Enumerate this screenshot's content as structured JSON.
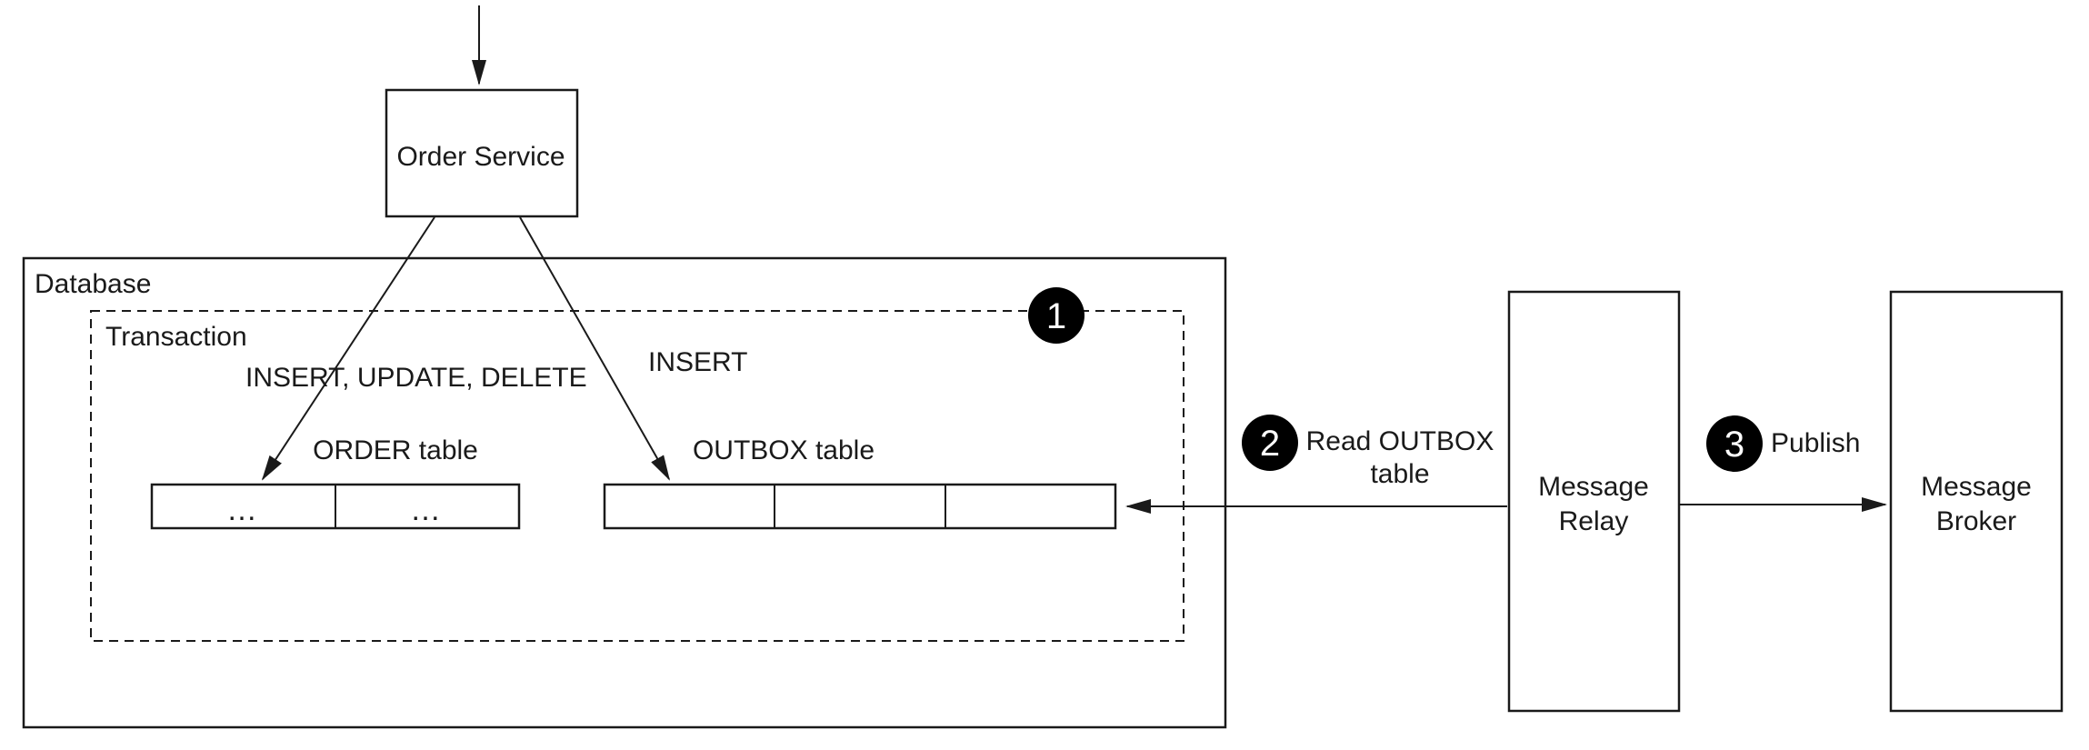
{
  "title": "Transactional outbox pattern diagram",
  "colors": {
    "background": "#ffffff",
    "line": "#1a1a1a",
    "badge_bg": "#000000",
    "badge_text": "#ffffff"
  },
  "nodes": {
    "order_service": {
      "label": "Order Service"
    },
    "database": {
      "label": "Database"
    },
    "transaction": {
      "label": "Transaction"
    },
    "message_relay": {
      "line1": "Message",
      "line2": "Relay"
    },
    "message_broker": {
      "line1": "Message",
      "line2": "Broker"
    }
  },
  "tables": {
    "order": {
      "label": "ORDER table",
      "cells": [
        "…",
        "…"
      ]
    },
    "outbox": {
      "label": "OUTBOX table",
      "cells": [
        "",
        "",
        ""
      ]
    }
  },
  "annotations": {
    "insert_update_delete": "INSERT, UPDATE, DELETE",
    "insert": "INSERT"
  },
  "steps": [
    {
      "number": "1"
    },
    {
      "number": "2",
      "label_line1": "Read OUTBOX",
      "label_line2": "table"
    },
    {
      "number": "3",
      "label": "Publish"
    }
  ]
}
